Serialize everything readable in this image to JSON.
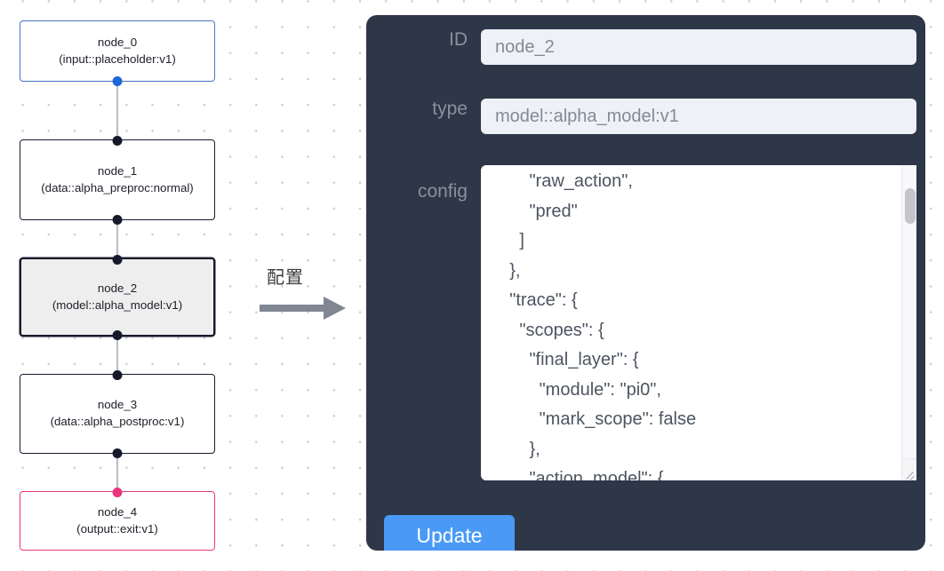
{
  "canvas": {
    "background_color": "#ffffff",
    "dot_color": "#c9ccd4",
    "edge_color": "#b9bcc4",
    "nodes": [
      {
        "id": "node_0",
        "title": "node_0",
        "subtitle": "(input::placeholder:v1)",
        "kind": "input",
        "border_color": "#4a72c4",
        "handle_color": "#1d67d6",
        "selected": false
      },
      {
        "id": "node_1",
        "title": "node_1",
        "subtitle": "(data::alpha_preproc:normal)",
        "kind": "default",
        "border_color": "#1a1a2e",
        "handle_color": "#16182b",
        "selected": false
      },
      {
        "id": "node_2",
        "title": "node_2",
        "subtitle": "(model::alpha_model:v1)",
        "kind": "default",
        "border_color": "#1a1a2e",
        "handle_color": "#16182b",
        "selected": true
      },
      {
        "id": "node_3",
        "title": "node_3",
        "subtitle": "(data::alpha_postproc:v1)",
        "kind": "default",
        "border_color": "#1a1a2e",
        "handle_color": "#16182b",
        "selected": false
      },
      {
        "id": "node_4",
        "title": "node_4",
        "subtitle": "(output::exit:v1)",
        "kind": "output",
        "border_color": "#e8377f",
        "handle_color": "#e8377f",
        "selected": false
      }
    ]
  },
  "arrow": {
    "label": "配置",
    "color": "#808792"
  },
  "panel": {
    "background_color": "#2e3748",
    "fields": {
      "id": {
        "label": "ID",
        "value": "node_2"
      },
      "type": {
        "label": "type",
        "value": "model::alpha_model:v1"
      },
      "config": {
        "label": "config",
        "value": "        \"raw_action\",\n        \"pred\"\n      ]\n    },\n    \"trace\": {\n      \"scopes\": {\n        \"final_layer\": {\n          \"module\": \"pi0\",\n          \"mark_scope\": false\n        },\n        \"action_model\": {"
      }
    },
    "update_button": {
      "label": "Update",
      "color": "#4a9af5"
    },
    "scrollbar": {
      "thumb_color": "#c3c5c9",
      "track_color": "#f7f8fa"
    }
  }
}
